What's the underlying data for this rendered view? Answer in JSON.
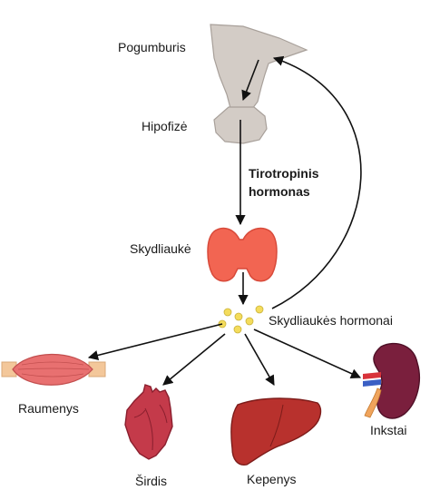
{
  "labels": {
    "hypothalamus": "Pogumburis",
    "pituitary": "Hipofizė",
    "tsh_line1": "Tirotropinis",
    "tsh_line2": "hormonas",
    "thyroid": "Skydliaukė",
    "thyroid_hormones": "Skydliaukės hormonai",
    "muscles": "Raumenys",
    "heart": "Širdis",
    "liver": "Kepenys",
    "kidneys": "Inkstai"
  },
  "colors": {
    "brain_gray": "#d3ccc6",
    "brain_stroke": "#a8a09a",
    "thyroid": "#f26552",
    "thyroid_stroke": "#d84a3a",
    "hormone_dot": "#f4dc5c",
    "muscle": "#e87070",
    "muscle_end": "#f3c79a",
    "heart": "#c43a4a",
    "liver": "#b8312d",
    "kidney": "#7a1f3d",
    "arrow": "#111111"
  }
}
